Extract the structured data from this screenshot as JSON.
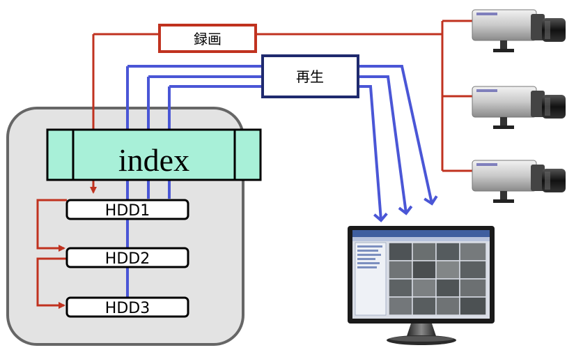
{
  "labels": {
    "record": "録画",
    "playback": "再生",
    "index": "index",
    "hdd1": "HDD1",
    "hdd2": "HDD2",
    "hdd3": "HDD3"
  },
  "cameras": [
    {
      "icon": "camera-icon"
    },
    {
      "icon": "camera-icon"
    },
    {
      "icon": "camera-icon"
    }
  ],
  "monitor": {
    "icon": "monitor-icon"
  },
  "colors": {
    "record_line": "#c0321f",
    "playback_line": "#4a56d6",
    "index_fill": "#a8f0d8",
    "storage_fill": "#e3e3e3",
    "storage_border": "#666666",
    "record_box_border": "#c0321f",
    "playback_box_border": "#1f2a6e"
  }
}
